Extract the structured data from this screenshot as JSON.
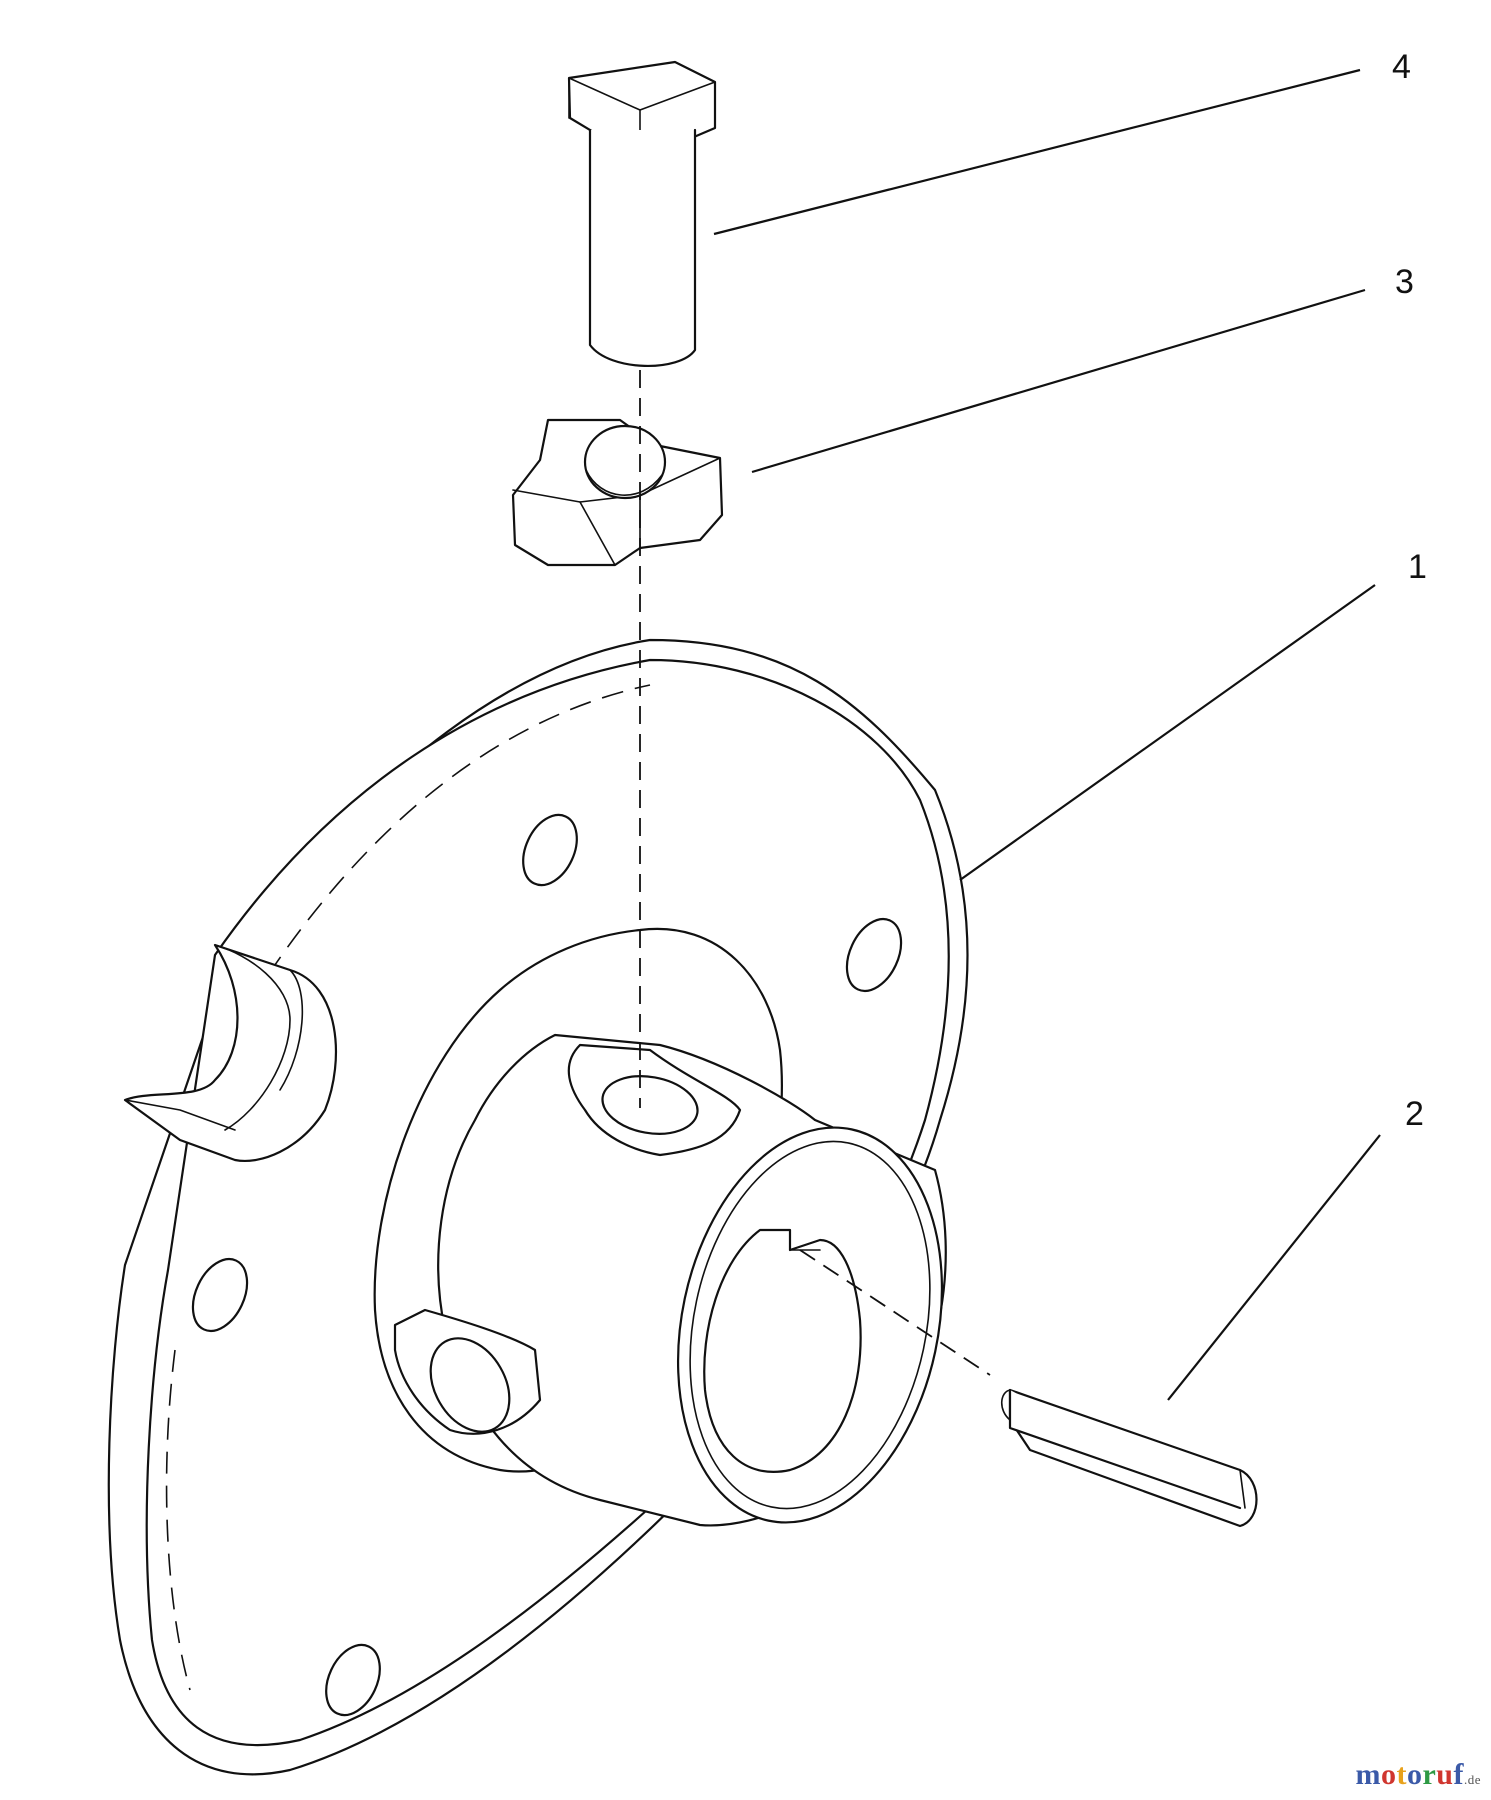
{
  "callouts": [
    {
      "id": "1",
      "part": "hub"
    },
    {
      "id": "2",
      "part": "key"
    },
    {
      "id": "3",
      "part": "nut"
    },
    {
      "id": "4",
      "part": "bolt"
    }
  ],
  "watermark": {
    "letters": [
      "m",
      "o",
      "t",
      "o",
      "r",
      "u",
      "f"
    ],
    "colors": [
      "#3b5aa8",
      "#d0362f",
      "#e8a21c",
      "#3b5aa8",
      "#2e9a45",
      "#d0362f",
      "#3b5aa8"
    ],
    "suffix": ".de"
  }
}
